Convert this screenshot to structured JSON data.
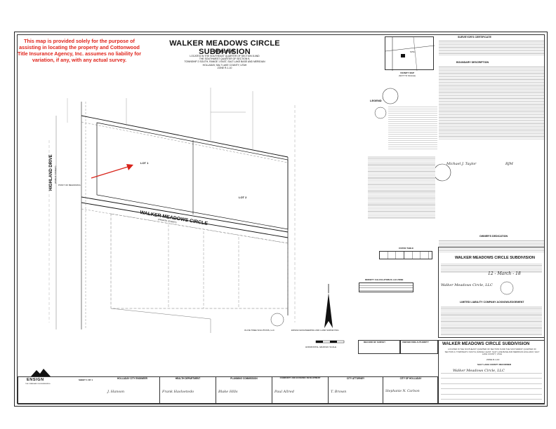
{
  "disclaimer": "This map is provided solely for the purpose of assisting in locating the property and Cottonwood Title Insurance Agency, Inc. assumes no liability for variation, if any, with any actual survey.",
  "header": {
    "title": "WALKER MEADOWS CIRCLE SUBDIVISION",
    "subtitle": "FINAL PLAT",
    "desc_1": "LOCATED IN THE SOUTHEAST QUARTER OF SECTION 8 AND",
    "desc_2": "THE SOUTHWEST QUARTER OF SECTION 9,",
    "desc_3": "TOWNSHIP 2 SOUTH, RANGE 1 EAST, SALT LAKE BASE AND MERIDIAN",
    "desc_4": "HOLLADAY, SALT LAKE COUNTY, UTAH",
    "desc_5": "ZONE R-1-10"
  },
  "surveyor": {
    "certificate_title": "SURVEYOR'S CERTIFICATE",
    "boundary_title": "BOUNDARY DESCRIPTION",
    "dedication_title": "OWNER'S DEDICATION",
    "acknowledgement_title": "LIMITED LIABILITY COMPANY ACKNOWLEDGEMENT"
  },
  "vicinity": {
    "label": "VICINITY MAP",
    "sub": "(NOT TO SCALE)",
    "site": "SITE"
  },
  "legend": {
    "title": "LEGEND"
  },
  "map": {
    "street_1": "WALKER MEADOWS CIRCLE",
    "street_1_sub": "(PRIVATE STREET)",
    "street_2": "HIGHLAND DRIVE",
    "street_2_sub": "(PUBLIC STREET)",
    "lot_1": "LOT 1",
    "lot_2": "LOT 2",
    "point_beginning": "POINT OF BEGINNING",
    "scale_label": "HORIZONTAL GRAPHIC SCALE"
  },
  "tables": {
    "curve": "CURVE TABLE",
    "density": "DENSITY CALCULATION R-1-10 ZONE"
  },
  "dedication_panel": {
    "title": "WALKER MEADOWS CIRCLE SUBDIVISION",
    "sig_date": "12 - March - 18",
    "owner_name": "Walker Meadows Circle, LLC"
  },
  "bottom_title": {
    "title": "WALKER MEADOWS CIRCLE SUBDIVISION",
    "desc": "LOCATED IN THE SOUTHEAST QUARTER OF SECTION 8 AND THE SOUTHWEST QUARTER OF SECTION 9, TOWNSHIP 2 SOUTH, RANGE 1 EAST, SALT LAKE BASE AND MERIDIAN HOLLADAY, SALT LAKE COUNTY, UTAH",
    "zone": "ZONE R-1-10",
    "recorder": "SALT LAKE COUNTY RECORDER"
  },
  "blocks": {
    "record_survey": "RECORD OF SURVEY",
    "fire_authority": "UNIFIED FIRE AUTHORITY",
    "survey_firm": "ENSIGN ENGINEERING AND LAND SURVEYING",
    "dev_name": "OLIVE TREE SOLUTIONS, LLC"
  },
  "title_block": {
    "logo_text": "ENSIGN",
    "logo_sub": "THE STANDARD IN ENGINEERING",
    "sheet": "SHEET 1 OF 1",
    "cells": [
      {
        "head": "HOLLADAY CITY ENGINEER",
        "sig": "J. Hanson"
      },
      {
        "head": "HEALTH DEPARTMENT",
        "sig": "Frank Haslvetedo"
      },
      {
        "head": "PLANNING COMMISSION",
        "sig": "Blake Hills"
      },
      {
        "head": "COMMUNITY AND ECONOMIC DEVELOPMENT",
        "sig": "Paul Allred"
      },
      {
        "head": "CITY ATTORNEY",
        "sig": "T. Brown"
      },
      {
        "head": "CITY OF HOLLADAY",
        "sig": "Stephanie N. Carlson"
      }
    ]
  }
}
